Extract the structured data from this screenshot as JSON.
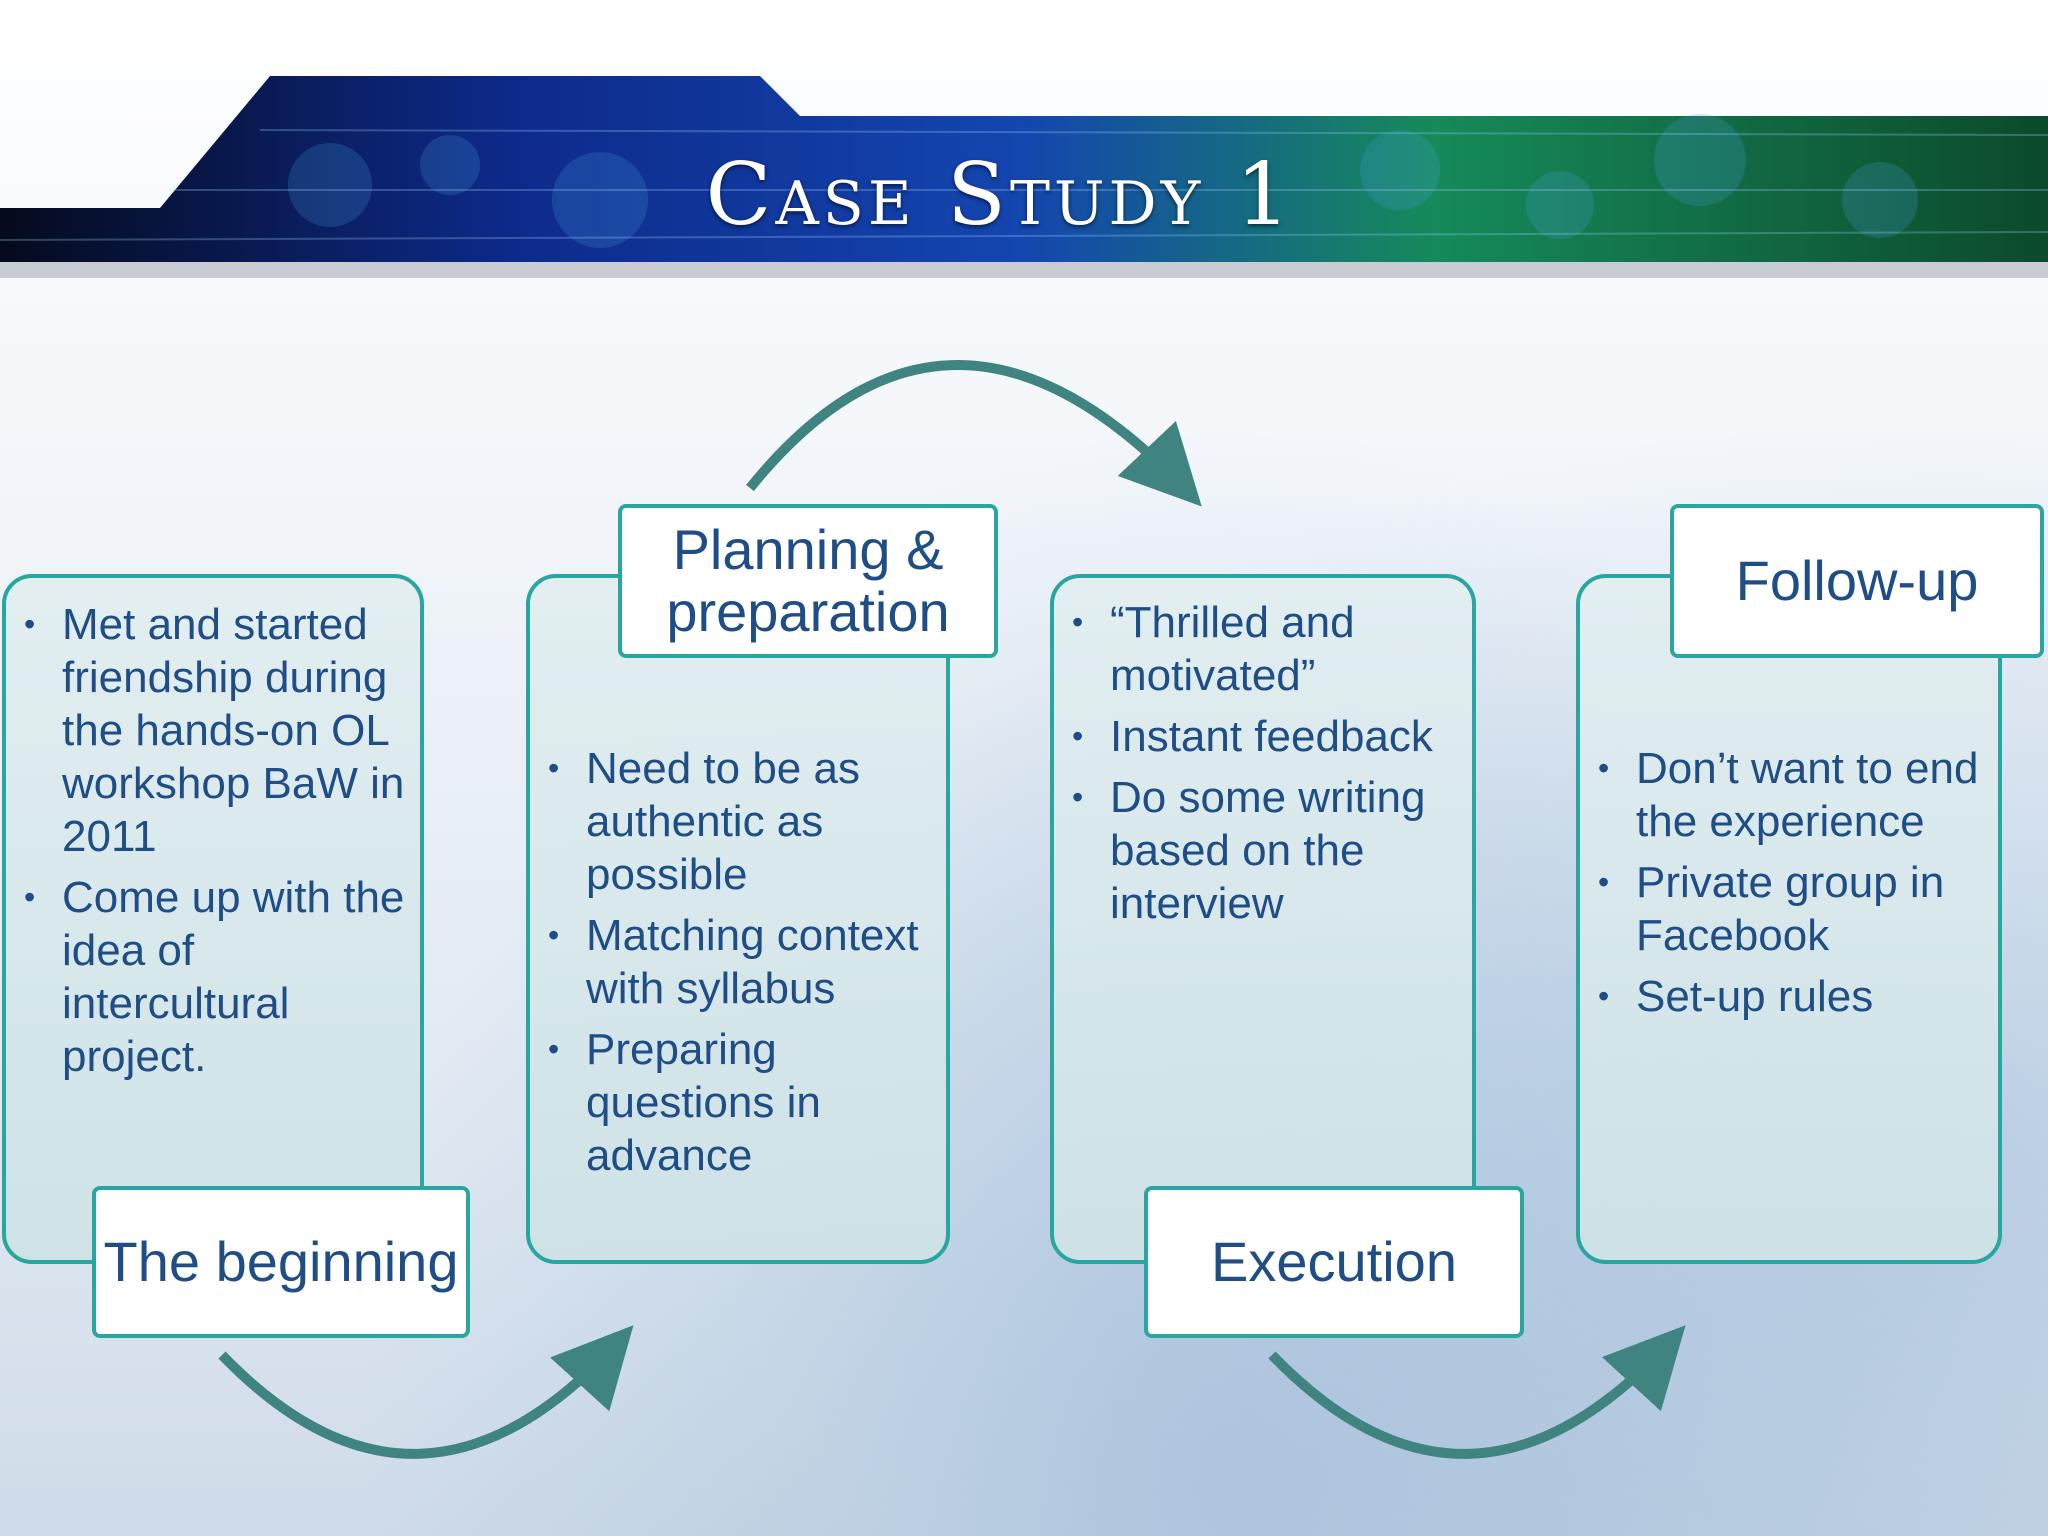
{
  "title": "Case Study 1",
  "colors": {
    "accent": "#2aa6a0",
    "text": "#1f4e86",
    "arrow": "#3f8480"
  },
  "stages": [
    {
      "label": "The beginning",
      "bullets": [
        "Met and started friendship during the hands-on OL workshop BaW in 2011",
        "Come up with the idea of intercultural project."
      ]
    },
    {
      "label": "Planning & preparation",
      "bullets": [
        "Need to be as authentic as possible",
        "Matching context with syllabus",
        "Preparing questions in advance"
      ]
    },
    {
      "label": "Execution",
      "bullets": [
        "“Thrilled and motivated”",
        "Instant feedback",
        "Do some writing based on the interview"
      ]
    },
    {
      "label": "Follow-up",
      "bullets": [
        "Don’t want to end the experience",
        "Private group in Facebook",
        "Set-up rules"
      ]
    }
  ]
}
